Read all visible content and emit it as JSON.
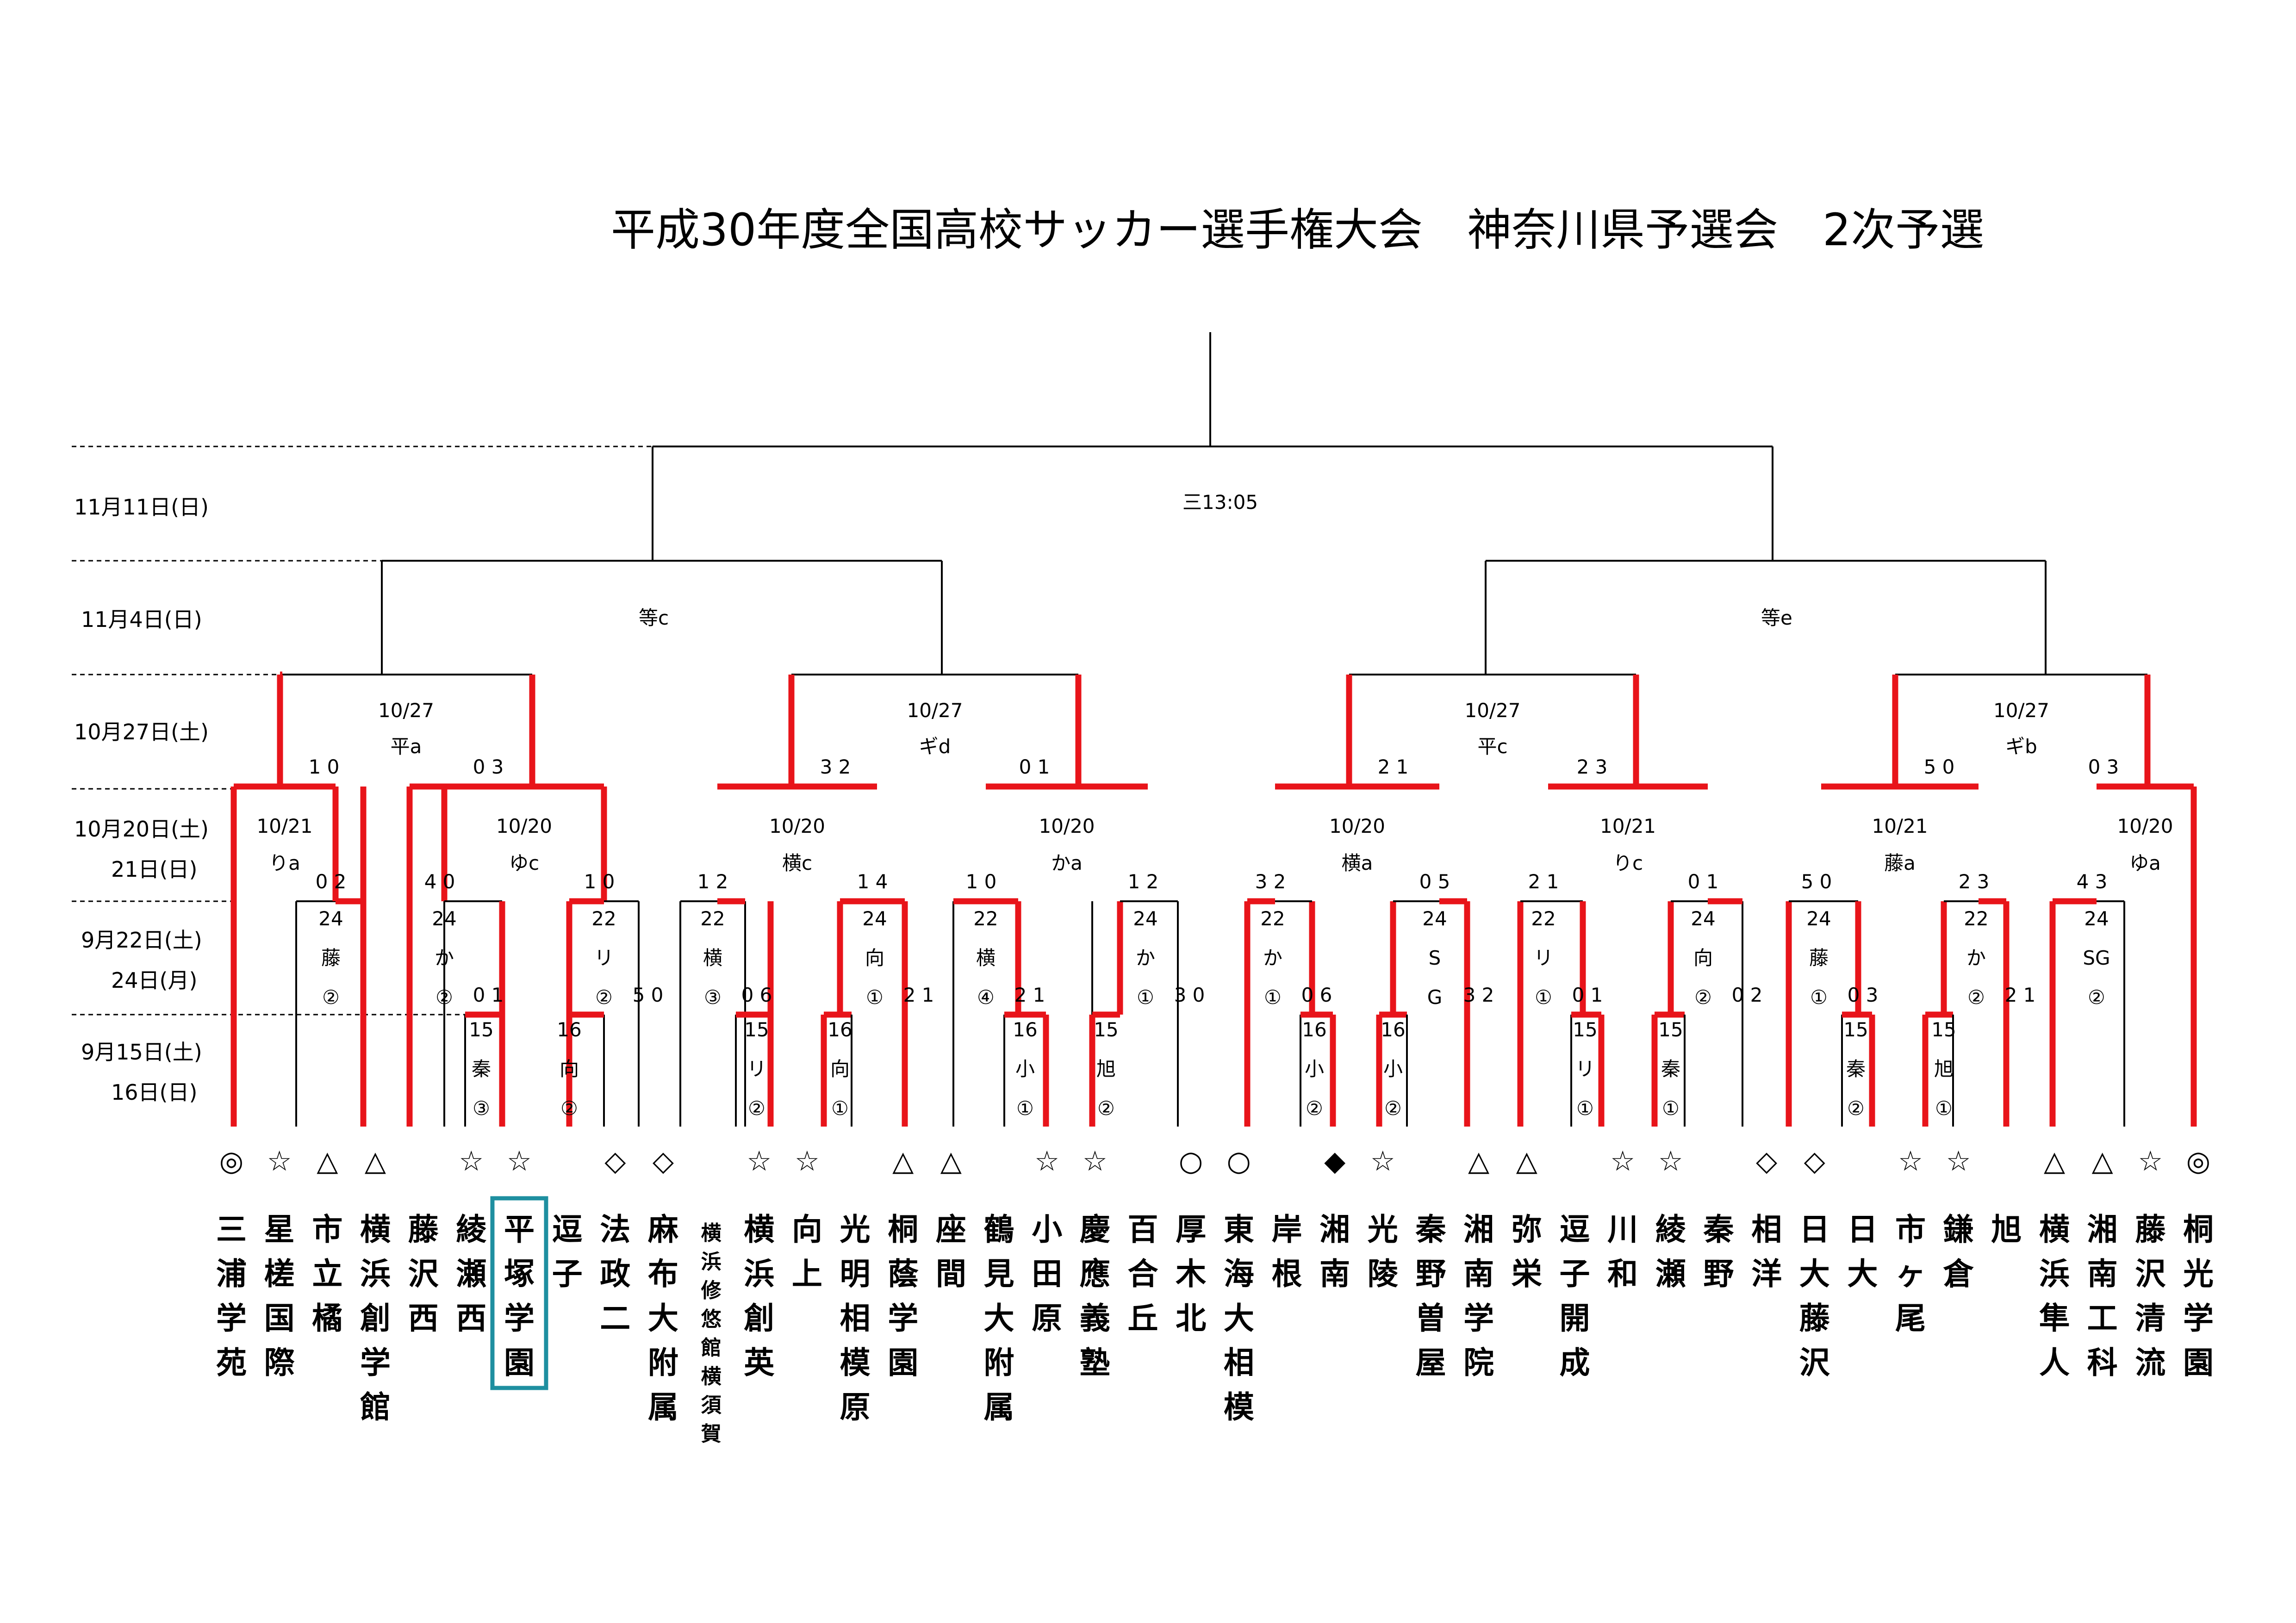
{
  "title": "平成30年度全国高校サッカー選手権大会　神奈川県予選会　2次予選",
  "rounds": [
    {
      "date": "11月11日(日)",
      "line2": ""
    },
    {
      "date": "11月4日(日)",
      "line2": ""
    },
    {
      "date": "10月27日(土)",
      "line2": ""
    },
    {
      "date": "10月20日(土)",
      "line2": "21日(日)"
    },
    {
      "date": "9月22日(土)",
      "line2": "24日(月)"
    },
    {
      "date": "9月15日(土)",
      "line2": "16日(日)"
    }
  ],
  "final": {
    "venue": "三13:05"
  },
  "semis": [
    {
      "venue": "等c"
    },
    {
      "venue": "等e"
    }
  ],
  "quarters": [
    {
      "date": "10/27",
      "venue": "平a",
      "s1": "1",
      "s2": "0",
      "s3": "0",
      "s4": "3"
    },
    {
      "date": "10/27",
      "venue": "ギd",
      "s1": "3",
      "s2": "2",
      "s3": "0",
      "s4": "1"
    },
    {
      "date": "10/27",
      "venue": "平c",
      "s1": "2",
      "s2": "1",
      "s3": "2",
      "s4": "3"
    },
    {
      "date": "10/27",
      "venue": "ギb",
      "s1": "5",
      "s2": "0",
      "s3": "0",
      "s4": "3"
    }
  ],
  "r16": [
    {
      "date": "10/21",
      "venue": "りa",
      "s1": "",
      "s2": "",
      "s3": "0",
      "s4": "2"
    },
    {
      "date": "10/20",
      "venue": "ゆc",
      "s1": "4",
      "s2": "0",
      "s3": "1",
      "s4": "0"
    },
    {
      "date": "10/20",
      "venue": "横c",
      "s1": "1",
      "s2": "2",
      "s3": "1",
      "s4": "4"
    },
    {
      "date": "10/20",
      "venue": "かa",
      "s1": "1",
      "s2": "0",
      "s3": "1",
      "s4": "2"
    },
    {
      "date": "10/20",
      "venue": "横a",
      "s1": "3",
      "s2": "2",
      "s3": "0",
      "s4": "5"
    },
    {
      "date": "10/21",
      "venue": "りc",
      "s1": "2",
      "s2": "1",
      "s3": "0",
      "s4": "1"
    },
    {
      "date": "10/21",
      "venue": "藤a",
      "s1": "5",
      "s2": "0",
      "s3": "2",
      "s4": "3"
    },
    {
      "date": "10/20",
      "venue": "ゆa",
      "s1": "4",
      "s2": "3",
      "s3": "",
      "s4": ""
    }
  ],
  "r32": [
    {
      "day": "24",
      "venue": "藤",
      "num": "②",
      "s1": "",
      "s2": ""
    },
    {
      "day": "24",
      "venue": "か",
      "num": "②",
      "s1": "0",
      "s2": "1"
    },
    {
      "day": "22",
      "venue": "リ",
      "num": "②",
      "s1": "5",
      "s2": "0"
    },
    {
      "day": "22",
      "venue": "横",
      "num": "③",
      "s1": "0",
      "s2": "6"
    },
    {
      "day": "24",
      "venue": "向",
      "num": "①",
      "s1": "2",
      "s2": "1"
    },
    {
      "day": "22",
      "venue": "横",
      "num": "④",
      "s1": "2",
      "s2": "1"
    },
    {
      "day": "24",
      "venue": "か",
      "num": "①",
      "s1": "3",
      "s2": "0"
    },
    {
      "day": "22",
      "venue": "か",
      "num": "①",
      "s1": "0",
      "s2": "6"
    },
    {
      "day": "24",
      "venue": "S",
      "num": "G",
      "s1": "3",
      "s2": "2"
    },
    {
      "day": "22",
      "venue": "リ",
      "num": "①",
      "s1": "0",
      "s2": "1"
    },
    {
      "day": "24",
      "venue": "向",
      "num": "②",
      "s1": "0",
      "s2": "2"
    },
    {
      "day": "24",
      "venue": "藤",
      "num": "①",
      "s1": "0",
      "s2": "3"
    },
    {
      "day": "22",
      "venue": "か",
      "num": "②",
      "s1": "2",
      "s2": "1"
    },
    {
      "day": "24",
      "venue": "SG",
      "num": "②",
      "s1": "",
      "s2": ""
    }
  ],
  "r64": [
    {
      "day": "15",
      "venue": "秦",
      "num": "③"
    },
    {
      "day": "16",
      "venue": "向",
      "num": "②"
    },
    {
      "day": "15",
      "venue": "リ",
      "num": "②"
    },
    {
      "day": "16",
      "venue": "向",
      "num": "①"
    },
    {
      "day": "16",
      "venue": "小",
      "num": "①"
    },
    {
      "day": "15",
      "venue": "旭",
      "num": "②"
    },
    {
      "day": "16",
      "venue": "小",
      "num": "②"
    },
    {
      "day": "16",
      "venue": "小",
      "num": "②"
    },
    {
      "day": "15",
      "venue": "リ",
      "num": "①"
    },
    {
      "day": "15",
      "venue": "秦",
      "num": "①"
    },
    {
      "day": "15",
      "venue": "秦",
      "num": "②"
    },
    {
      "day": "15",
      "venue": "旭",
      "num": "①"
    }
  ],
  "teams": [
    {
      "mark": "◎",
      "name": "三浦学苑"
    },
    {
      "mark": "☆",
      "name": "星槎国際"
    },
    {
      "mark": "△",
      "name": "市立橘"
    },
    {
      "mark": "△",
      "name": "横浜創学館"
    },
    {
      "mark": "",
      "name": "藤沢西"
    },
    {
      "mark": "☆",
      "name": "綾瀬西"
    },
    {
      "mark": "☆",
      "name": "平塚学園"
    },
    {
      "mark": "",
      "name": "逗子"
    },
    {
      "mark": "◇",
      "name": "法政二"
    },
    {
      "mark": "◇",
      "name": "麻布大附属"
    },
    {
      "mark": "",
      "name": "横浜修悠館横須賀"
    },
    {
      "mark": "☆",
      "name": "横浜創英"
    },
    {
      "mark": "☆",
      "name": "向上"
    },
    {
      "mark": "",
      "name": "光明相模原"
    },
    {
      "mark": "△",
      "name": "桐蔭学園"
    },
    {
      "mark": "△",
      "name": "座間"
    },
    {
      "mark": "",
      "name": "鶴見大附属"
    },
    {
      "mark": "☆",
      "name": "小田原"
    },
    {
      "mark": "☆",
      "name": "慶應義塾"
    },
    {
      "mark": "",
      "name": "百合丘"
    },
    {
      "mark": "○",
      "name": "厚木北"
    },
    {
      "mark": "○",
      "name": "東海大相模"
    },
    {
      "mark": "",
      "name": "岸根"
    },
    {
      "mark": "◆",
      "name": "湘南"
    },
    {
      "mark": "☆",
      "name": "光陵"
    },
    {
      "mark": "",
      "name": "秦野曽屋"
    },
    {
      "mark": "△",
      "name": "湘南学院"
    },
    {
      "mark": "△",
      "name": "弥栄"
    },
    {
      "mark": "",
      "name": "逗子開成"
    },
    {
      "mark": "☆",
      "name": "川和"
    },
    {
      "mark": "☆",
      "name": "綾瀬"
    },
    {
      "mark": "",
      "name": "秦野"
    },
    {
      "mark": "◇",
      "name": "相洋"
    },
    {
      "mark": "◇",
      "name": "日大藤沢"
    },
    {
      "mark": "",
      "name": "日大"
    },
    {
      "mark": "☆",
      "name": "市ヶ尾"
    },
    {
      "mark": "☆",
      "name": "鎌倉"
    },
    {
      "mark": "",
      "name": "旭"
    },
    {
      "mark": "△",
      "name": "横浜隼人"
    },
    {
      "mark": "△",
      "name": "湘南工科"
    },
    {
      "mark": "☆",
      "name": "藤沢清流"
    },
    {
      "mark": "◎",
      "name": "桐光学園"
    }
  ]
}
